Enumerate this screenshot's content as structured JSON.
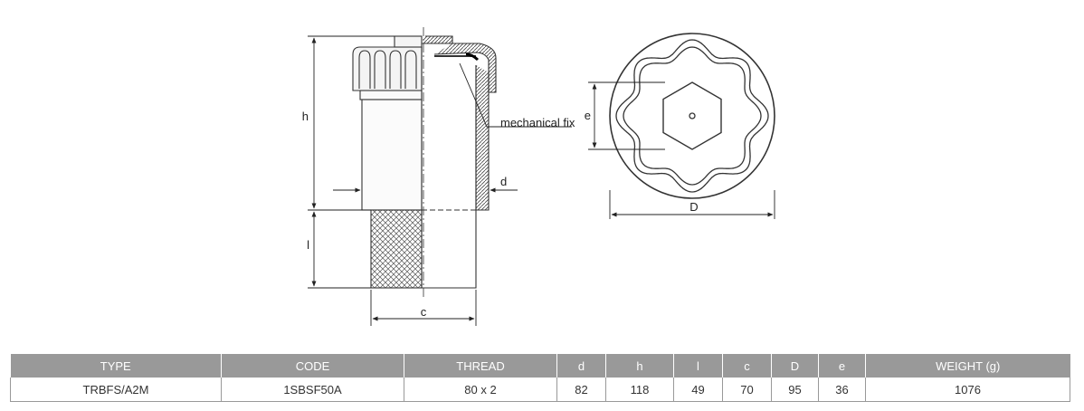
{
  "drawing": {
    "labels": {
      "h": "h",
      "l": "l",
      "c": "c",
      "d": "d",
      "e": "e",
      "D": "D",
      "mechanical_fix": "mechanical fix"
    }
  },
  "table": {
    "headers": [
      "TYPE",
      "CODE",
      "THREAD",
      "d",
      "h",
      "l",
      "c",
      "D",
      "e",
      "WEIGHT (g)"
    ],
    "rows": [
      [
        "TRBFS/A2M",
        "1SBSF50A",
        "80 x 2",
        "82",
        "118",
        "49",
        "70",
        "95",
        "36",
        "1076"
      ]
    ]
  }
}
